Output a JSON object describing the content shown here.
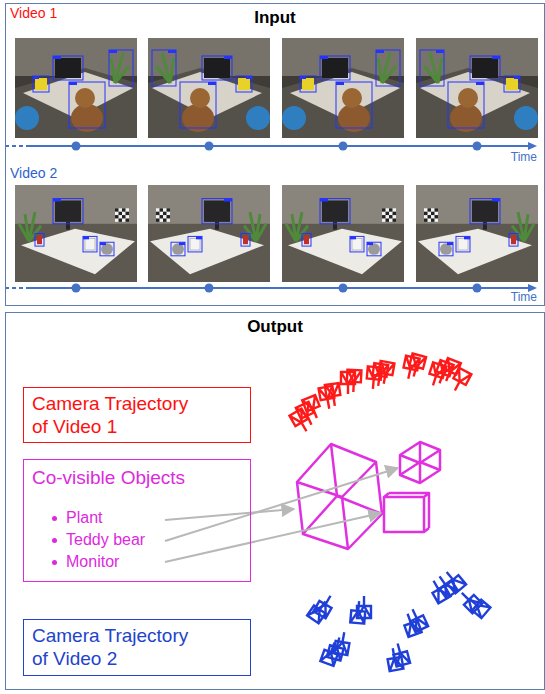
{
  "diagram": {
    "nodes": [
      {
        "text": [
          "Input"
        ]
      },
      {
        "text": [
          "Output"
        ]
      },
      {
        "text": [
          "Camera Trajectory of Video 1"
        ],
        "in": 1
      },
      {
        "text": [
          "Co-visible Objects",
          "Plant",
          "Teddy bear",
          "Monitor"
        ],
        "in": 1
      },
      {
        "text": [
          "Camera Trajectory of Video 2"
        ],
        "in": 1
      }
    ],
    "labels": [
      "Video 1",
      "Time",
      "Video 2",
      "Time"
    ]
  }
}
